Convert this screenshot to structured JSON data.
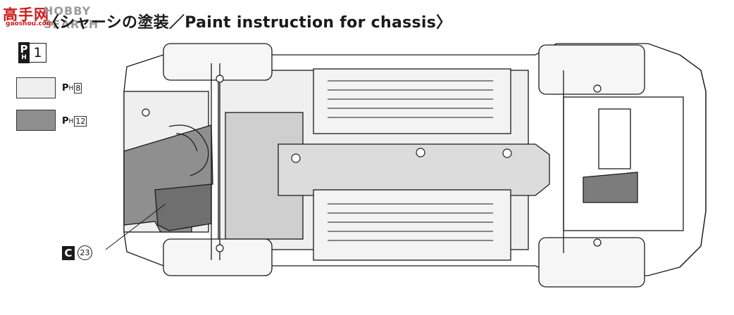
{
  "watermark": {
    "logo": "高手网",
    "brand": "HOBBY SEARCH",
    "url": "gaoshou.com"
  },
  "title": "〈シャーシの塗装／Paint instruction for chassis〉",
  "legend": {
    "primary": {
      "prefix": "P",
      "sub": "H",
      "number": "1"
    },
    "items": [
      {
        "prefix": "P",
        "sub": "H",
        "number": "8",
        "color": "#efefef"
      },
      {
        "prefix": "P",
        "sub": "H",
        "number": "12",
        "color": "#8f8f8f"
      }
    ]
  },
  "callout": {
    "letter": "C",
    "number": "23"
  },
  "colors": {
    "line": "#1a1a1a",
    "light_gray": "#efefef",
    "dark_gray": "#8f8f8f",
    "mid_gray": "#cfcfcf"
  }
}
